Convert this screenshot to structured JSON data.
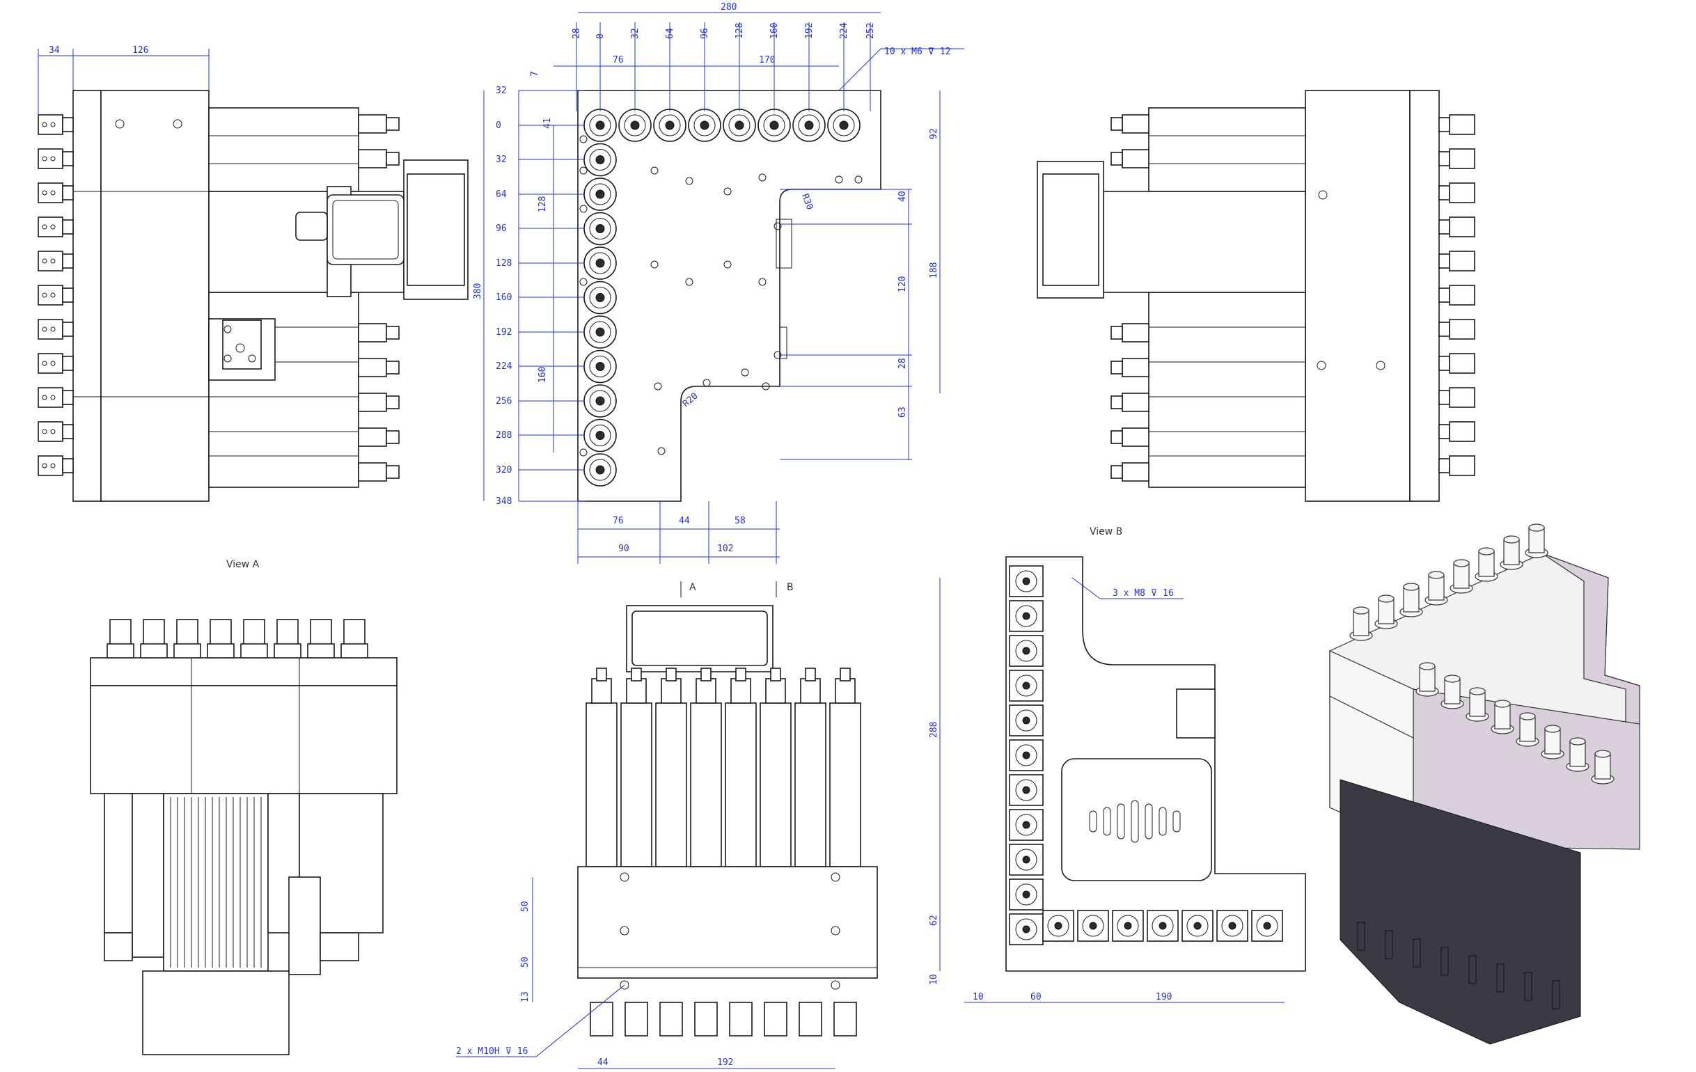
{
  "labels": {
    "view_a": "View A",
    "view_b": "View B",
    "arrow_a": "A",
    "arrow_b": "B"
  },
  "notes": {
    "top_threads": "10 x  M6 ⊽ 12",
    "right_threads": "3 x  M8 ⊽ 16",
    "bottom_threads": "2 x  M10H ⊽ 16",
    "radius_top": "R30",
    "radius_bottom": "R20"
  },
  "top_dims": {
    "overall": "280",
    "offset": "28",
    "positions": [
      "0",
      "32",
      "64",
      "96",
      "128",
      "160",
      "192",
      "224",
      "252"
    ],
    "pitch_a": "76",
    "pitch_b": "170"
  },
  "left_dims": {
    "overall": "380",
    "span_128": "128",
    "span_160": "160",
    "seven": "7",
    "fortyone": "41",
    "positions": [
      "32",
      "0",
      "32",
      "64",
      "96",
      "128",
      "160",
      "192",
      "224",
      "256",
      "288",
      "320",
      "348"
    ]
  },
  "right_dims": [
    "92",
    "40",
    "120",
    "188",
    "28",
    "63"
  ],
  "bottom_dims": [
    "76",
    "44",
    "58",
    "90",
    "102"
  ],
  "view1_dims": [
    "34",
    "126"
  ],
  "front_dims": [
    "50",
    "50",
    "13",
    "44",
    "192"
  ],
  "side_dims": [
    "288",
    "62",
    "10",
    "10",
    "60",
    "190"
  ],
  "colors": {
    "dimension": "#2233cc",
    "line": "#1a1a1a",
    "iso_side": "#d9d0dc"
  }
}
